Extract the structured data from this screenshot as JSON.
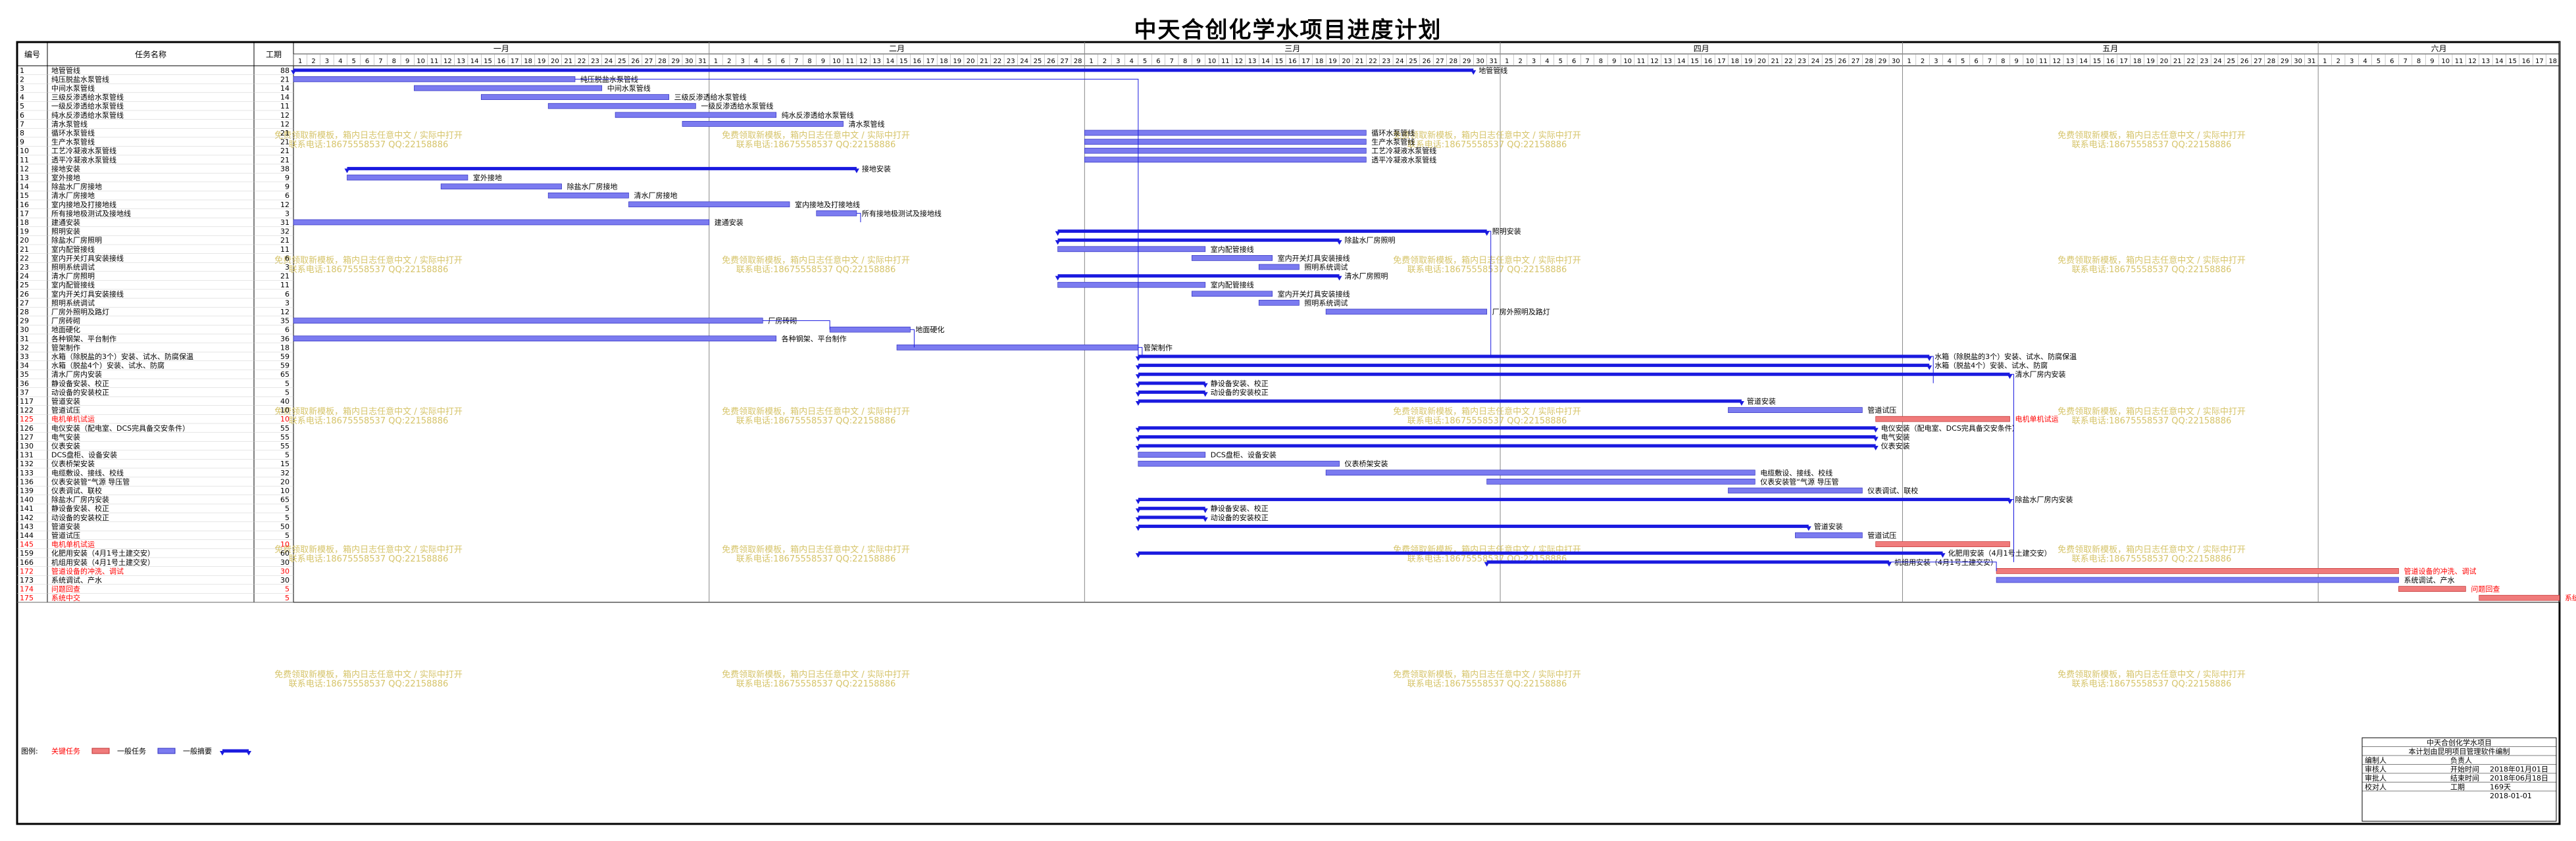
{
  "title": "中天合创化学水项目进度计划",
  "columns": {
    "id": "编号",
    "name": "任务名称",
    "dur": "工期"
  },
  "months": [
    "一月",
    "二月",
    "三月",
    "四月",
    "五月",
    "六月"
  ],
  "watermark": [
    "免费领取新模板，箱内日志任意中文 / 实际中打开",
    "联系电话:18675558537 QQ:22158886"
  ],
  "legend": {
    "label": "图例:",
    "critical": "关键任务",
    "normal": "一般任务",
    "summary": "一般摘要"
  },
  "info_block": {
    "title": "中天合创化学水项目",
    "subtitle": "本计划由昆明项目管理软件编制",
    "rows": [
      [
        "编制人",
        "",
        "负责人",
        ""
      ],
      [
        "审核人",
        "",
        "开始时间",
        "2018年01月01日"
      ],
      [
        "审批人",
        "",
        "结束时间",
        "2018年06月18日"
      ],
      [
        "校对人",
        "",
        "工期",
        "169天"
      ],
      [
        "",
        "",
        "",
        "2018-01-01"
      ]
    ]
  },
  "colors": {
    "summary": "#1a1adf",
    "normal": "#7b7bf0",
    "critical": "#f07b7b",
    "critical_text": "#ff0000",
    "link": "#1a1adf"
  },
  "chart_data": {
    "type": "gantt",
    "start_date": "2018-01-01",
    "end_date": "2018-06-18",
    "tasks": [
      {
        "id": "1",
        "name": "地管管线",
        "dur": "88",
        "s": 1,
        "e": 88,
        "t": "summary",
        "label": "地管管线"
      },
      {
        "id": "2",
        "name": "纯压脱盐水泵管线",
        "dur": "21",
        "s": 1,
        "e": 21,
        "t": "normal",
        "label": "纯压脱盐水泵管线"
      },
      {
        "id": "3",
        "name": "中间水泵管线",
        "dur": "14",
        "s": 10,
        "e": 23,
        "t": "normal",
        "label": "中间水泵管线"
      },
      {
        "id": "4",
        "name": "三级反渗透给水泵管线",
        "dur": "14",
        "s": 15,
        "e": 28,
        "t": "normal",
        "label": "三级反渗透给水泵管线"
      },
      {
        "id": "5",
        "name": "一级反渗透给水泵管线",
        "dur": "11",
        "s": 20,
        "e": 30,
        "t": "normal",
        "label": "一级反渗透给水泵管线"
      },
      {
        "id": "6",
        "name": "纯水反渗透给水泵管线",
        "dur": "12",
        "s": 25,
        "e": 36,
        "t": "normal",
        "label": "纯水反渗透给水泵管线"
      },
      {
        "id": "7",
        "name": "清水泵管线",
        "dur": "12",
        "s": 30,
        "e": 41,
        "t": "normal",
        "label": "清水泵管线"
      },
      {
        "id": "8",
        "name": "循环水泵管线",
        "dur": "21",
        "s": 60,
        "e": 80,
        "t": "normal",
        "label": "循环水泵管线"
      },
      {
        "id": "9",
        "name": "生产水泵管线",
        "dur": "21",
        "s": 60,
        "e": 80,
        "t": "normal",
        "label": "生产水泵管线"
      },
      {
        "id": "10",
        "name": "工艺冷凝液水泵管线",
        "dur": "21",
        "s": 60,
        "e": 80,
        "t": "normal",
        "label": "工艺冷凝液水泵管线"
      },
      {
        "id": "11",
        "name": "透平冷凝液水泵管线",
        "dur": "21",
        "s": 60,
        "e": 80,
        "t": "normal",
        "label": "透平冷凝液水泵管线"
      },
      {
        "id": "12",
        "name": "接地安装",
        "dur": "38",
        "s": 5,
        "e": 42,
        "t": "summary",
        "label": "接地安装"
      },
      {
        "id": "13",
        "name": "室外接地",
        "dur": "9",
        "s": 5,
        "e": 13,
        "t": "normal",
        "label": "室外接地"
      },
      {
        "id": "14",
        "name": "除盐水厂房接地",
        "dur": "9",
        "s": 12,
        "e": 20,
        "t": "normal",
        "label": "除盐水厂房接地"
      },
      {
        "id": "15",
        "name": "清水厂房接地",
        "dur": "6",
        "s": 20,
        "e": 25,
        "t": "normal",
        "label": "清水厂房接地"
      },
      {
        "id": "16",
        "name": "室内接地及打接地线",
        "dur": "12",
        "s": 26,
        "e": 37,
        "t": "normal",
        "label": "室内接地及打接地线"
      },
      {
        "id": "17",
        "name": "所有接地极测试及接地线",
        "dur": "3",
        "s": 40,
        "e": 42,
        "t": "normal",
        "label": "所有接地极测试及接地线"
      },
      {
        "id": "18",
        "name": "建通安装",
        "dur": "31",
        "s": 1,
        "e": 31,
        "t": "normal",
        "label": "建通安装"
      },
      {
        "id": "19",
        "name": "照明安装",
        "dur": "32",
        "s": 58,
        "e": 89,
        "t": "summary",
        "label": "照明安装"
      },
      {
        "id": "20",
        "name": "除盐水厂房照明",
        "dur": "21",
        "s": 58,
        "e": 78,
        "t": "summary",
        "label": "除盐水厂房照明"
      },
      {
        "id": "21",
        "name": "室内配管接线",
        "dur": "11",
        "s": 58,
        "e": 68,
        "t": "normal",
        "label": "室内配管接线"
      },
      {
        "id": "22",
        "name": "室内开关灯具安装接线",
        "dur": "6",
        "s": 68,
        "e": 73,
        "t": "normal",
        "label": "室内开关灯具安装接线"
      },
      {
        "id": "23",
        "name": "照明系统调试",
        "dur": "3",
        "s": 73,
        "e": 75,
        "t": "normal",
        "label": "照明系统调试"
      },
      {
        "id": "24",
        "name": "清水厂房照明",
        "dur": "21",
        "s": 58,
        "e": 78,
        "t": "summary",
        "label": "清水厂房照明"
      },
      {
        "id": "25",
        "name": "室内配管接线",
        "dur": "11",
        "s": 58,
        "e": 68,
        "t": "normal",
        "label": "室内配管接线"
      },
      {
        "id": "26",
        "name": "室内开关灯具安装接线",
        "dur": "6",
        "s": 68,
        "e": 73,
        "t": "normal",
        "label": "室内开关灯具安装接线"
      },
      {
        "id": "27",
        "name": "照明系统调试",
        "dur": "3",
        "s": 73,
        "e": 75,
        "t": "normal",
        "label": "照明系统调试"
      },
      {
        "id": "28",
        "name": "厂房外照明及路灯",
        "dur": "12",
        "s": 78,
        "e": 89,
        "t": "normal",
        "label": "厂房外照明及路灯"
      },
      {
        "id": "29",
        "name": "厂房砖砌",
        "dur": "35",
        "s": 1,
        "e": 35,
        "t": "normal",
        "label": "厂房砖砌"
      },
      {
        "id": "30",
        "name": "地面硬化",
        "dur": "6",
        "s": 41,
        "e": 46,
        "t": "normal",
        "label": "地面硬化"
      },
      {
        "id": "31",
        "name": "各种钢架、平台制作",
        "dur": "36",
        "s": 1,
        "e": 36,
        "t": "normal",
        "label": "各种钢架、平台制作"
      },
      {
        "id": "32",
        "name": "管架制作",
        "dur": "18",
        "s": 46,
        "e": 63,
        "t": "normal",
        "label": "管架制作"
      },
      {
        "id": "33",
        "name": "水箱（除脱盐的3个）安装、试水、防腐保温",
        "dur": "59",
        "s": 64,
        "e": 122,
        "t": "summary",
        "label": "水箱（除脱盐的3个）安装、试水、防腐保温"
      },
      {
        "id": "34",
        "name": "水箱（脱盐4个）安装、试水、防腐",
        "dur": "59",
        "s": 64,
        "e": 122,
        "t": "summary",
        "label": "水箱（脱盐4个）安装、试水、防腐"
      },
      {
        "id": "35",
        "name": "清水厂房内安装",
        "dur": "65",
        "s": 64,
        "e": 128,
        "t": "summary",
        "label": "清水厂房内安装"
      },
      {
        "id": "36",
        "name": "静设备安装、校正",
        "dur": "5",
        "s": 64,
        "e": 68,
        "t": "summary",
        "label": "静设备安装、校正"
      },
      {
        "id": "37",
        "name": "动设备的安装校正",
        "dur": "5",
        "s": 64,
        "e": 68,
        "t": "summary",
        "label": "动设备的安装校正"
      },
      {
        "id": "117",
        "name": "管道安装",
        "dur": "40",
        "s": 64,
        "e": 108,
        "t": "summary",
        "label": "管道安装"
      },
      {
        "id": "122",
        "name": "管道试压",
        "dur": "10",
        "s": 108,
        "e": 117,
        "t": "normal",
        "label": "管道试压"
      },
      {
        "id": "125",
        "name": "电机单机试运",
        "dur": "10",
        "s": 119,
        "e": 128,
        "t": "critical",
        "label": "电机单机试运"
      },
      {
        "id": "126",
        "name": "电仪安装（配电室、DCS完具备交安条件）",
        "dur": "55",
        "s": 64,
        "e": 118,
        "t": "summary",
        "label": "电仪安装（配电室、DCS完具备交安条件）"
      },
      {
        "id": "127",
        "name": "电气安装",
        "dur": "55",
        "s": 64,
        "e": 118,
        "t": "summary",
        "label": "电气安装"
      },
      {
        "id": "130",
        "name": "仪表安装",
        "dur": "55",
        "s": 64,
        "e": 118,
        "t": "summary",
        "label": "仪表安装"
      },
      {
        "id": "131",
        "name": "DCS盘柜、设备安装",
        "dur": "5",
        "s": 64,
        "e": 68,
        "t": "normal",
        "label": "DCS盘柜、设备安装"
      },
      {
        "id": "132",
        "name": "仪表桥架安装",
        "dur": "15",
        "s": 64,
        "e": 78,
        "t": "normal",
        "label": "仪表桥架安装"
      },
      {
        "id": "133",
        "name": "电缆敷设、接线、校线",
        "dur": "32",
        "s": 78,
        "e": 109,
        "t": "normal",
        "label": "电缆敷设、接线、校线"
      },
      {
        "id": "136",
        "name": "仪表安装管“气源 导压管",
        "dur": "20",
        "s": 90,
        "e": 109,
        "t": "normal",
        "label": "仪表安装管“气源 导压管"
      },
      {
        "id": "139",
        "name": "仪表调试、联校",
        "dur": "10",
        "s": 108,
        "e": 117,
        "t": "normal",
        "label": "仪表调试、联校"
      },
      {
        "id": "140",
        "name": "除盐水厂房内安装",
        "dur": "65",
        "s": 64,
        "e": 128,
        "t": "summary",
        "label": "除盐水厂房内安装"
      },
      {
        "id": "141",
        "name": "静设备安装、校正",
        "dur": "5",
        "s": 64,
        "e": 68,
        "t": "summary",
        "label": "静设备安装、校正"
      },
      {
        "id": "142",
        "name": "动设备的安装校正",
        "dur": "5",
        "s": 64,
        "e": 68,
        "t": "summary",
        "label": "动设备的安装校正"
      },
      {
        "id": "143",
        "name": "管道安装",
        "dur": "50",
        "s": 64,
        "e": 113,
        "t": "summary",
        "label": "管道安装"
      },
      {
        "id": "144",
        "name": "管道试压",
        "dur": "5",
        "s": 113,
        "e": 117,
        "t": "normal",
        "label": "管道试压"
      },
      {
        "id": "145",
        "name": "电机单机试运",
        "dur": "10",
        "s": 119,
        "e": 128,
        "t": "critical",
        "label": ""
      },
      {
        "id": "159",
        "name": "化肥用安装（4月1号土建交安）",
        "dur": "60",
        "s": 64,
        "e": 123,
        "t": "summary",
        "label": "化肥用安装（4月1号土建交安）"
      },
      {
        "id": "166",
        "name": "机组用安装（4月1号土建交安）",
        "dur": "30",
        "s": 90,
        "e": 119,
        "t": "summary",
        "label": "机组用安装（4月1号土建交安）"
      },
      {
        "id": "172",
        "name": "管道设备的冲洗、调试",
        "dur": "30",
        "s": 128,
        "e": 157,
        "t": "critical",
        "label": "管道设备的冲洗、调试"
      },
      {
        "id": "173",
        "name": "系统调试、产水",
        "dur": "30",
        "s": 128,
        "e": 157,
        "t": "normal",
        "label": "系统调试、产水"
      },
      {
        "id": "174",
        "name": "问题回查",
        "dur": "5",
        "s": 158,
        "e": 162,
        "t": "critical",
        "label": "问题回查"
      },
      {
        "id": "175",
        "name": "系统中交",
        "dur": "5",
        "s": 164,
        "e": 169,
        "t": "critical",
        "label": "系统中交"
      }
    ]
  }
}
